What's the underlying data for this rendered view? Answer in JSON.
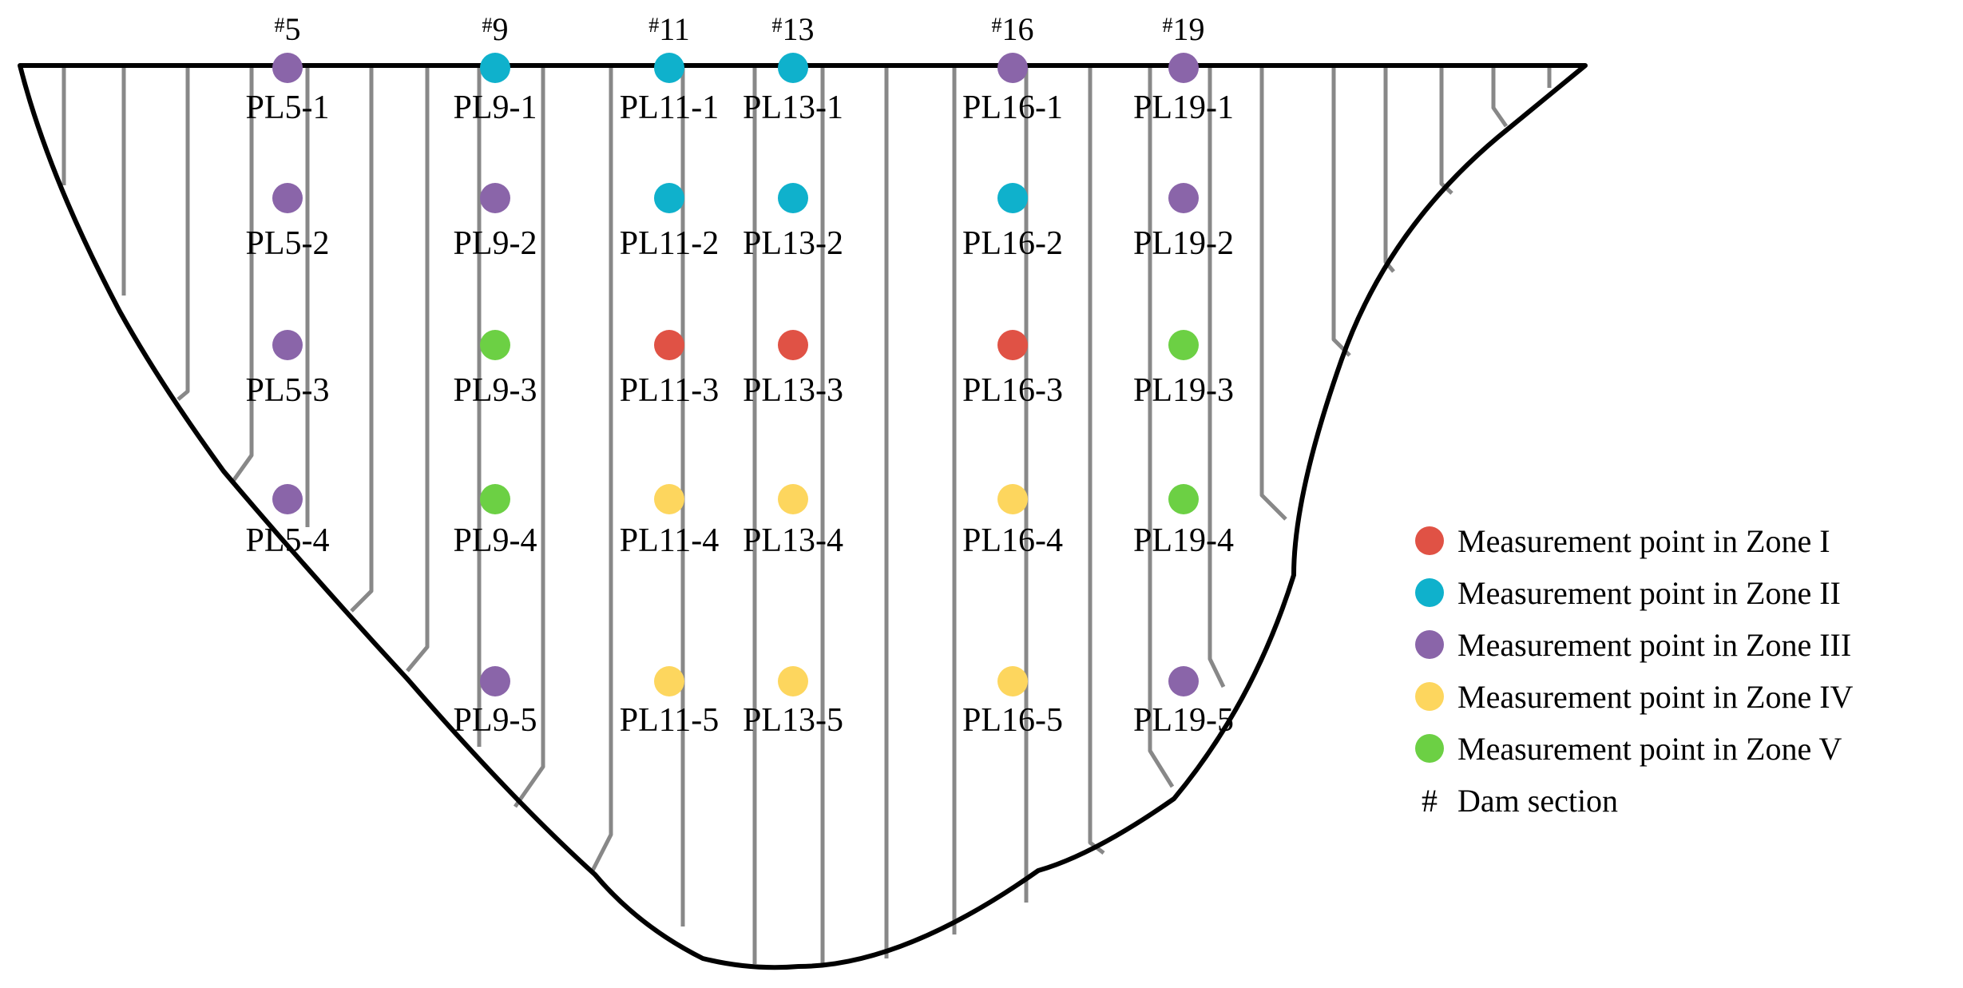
{
  "colors": {
    "zone_I": "#e05245",
    "zone_II": "#0fb1cc",
    "zone_III": "#8a65a9",
    "zone_IV": "#fdd65e",
    "zone_V": "#6cd044",
    "joint": "#888888",
    "outline": "#000000"
  },
  "sections": [
    {
      "name": "5",
      "points": [
        {
          "label": "PL5-1",
          "zone": "III"
        },
        {
          "label": "PL5-2",
          "zone": "III"
        },
        {
          "label": "PL5-3",
          "zone": "III"
        },
        {
          "label": "PL5-4",
          "zone": "III"
        }
      ]
    },
    {
      "name": "9",
      "points": [
        {
          "label": "PL9-1",
          "zone": "II"
        },
        {
          "label": "PL9-2",
          "zone": "III"
        },
        {
          "label": "PL9-3",
          "zone": "V"
        },
        {
          "label": "PL9-4",
          "zone": "V"
        },
        {
          "label": "PL9-5",
          "zone": "III"
        }
      ]
    },
    {
      "name": "11",
      "points": [
        {
          "label": "PL11-1",
          "zone": "II"
        },
        {
          "label": "PL11-2",
          "zone": "II"
        },
        {
          "label": "PL11-3",
          "zone": "I"
        },
        {
          "label": "PL11-4",
          "zone": "IV"
        },
        {
          "label": "PL11-5",
          "zone": "IV"
        }
      ]
    },
    {
      "name": "13",
      "points": [
        {
          "label": "PL13-1",
          "zone": "II"
        },
        {
          "label": "PL13-2",
          "zone": "II"
        },
        {
          "label": "PL13-3",
          "zone": "I"
        },
        {
          "label": "PL13-4",
          "zone": "IV"
        },
        {
          "label": "PL13-5",
          "zone": "IV"
        }
      ]
    },
    {
      "name": "16",
      "points": [
        {
          "label": "PL16-1",
          "zone": "III"
        },
        {
          "label": "PL16-2",
          "zone": "II"
        },
        {
          "label": "PL16-3",
          "zone": "I"
        },
        {
          "label": "PL16-4",
          "zone": "IV"
        },
        {
          "label": "PL16-5",
          "zone": "IV"
        }
      ]
    },
    {
      "name": "19",
      "points": [
        {
          "label": "PL19-1",
          "zone": "III"
        },
        {
          "label": "PL19-2",
          "zone": "III"
        },
        {
          "label": "PL19-3",
          "zone": "V"
        },
        {
          "label": "PL19-4",
          "zone": "V"
        },
        {
          "label": "PL19-5",
          "zone": "III"
        }
      ]
    }
  ],
  "section_marker": "#",
  "legend": {
    "items": [
      {
        "zone": "I",
        "label": "Measurement point in Zone I"
      },
      {
        "zone": "II",
        "label": "Measurement point in Zone II"
      },
      {
        "zone": "III",
        "label": "Measurement point in Zone III"
      },
      {
        "zone": "IV",
        "label": "Measurement point in Zone IV"
      },
      {
        "zone": "V",
        "label": "Measurement point in Zone V"
      }
    ],
    "section_symbol": "#",
    "section_label": "Dam section"
  }
}
